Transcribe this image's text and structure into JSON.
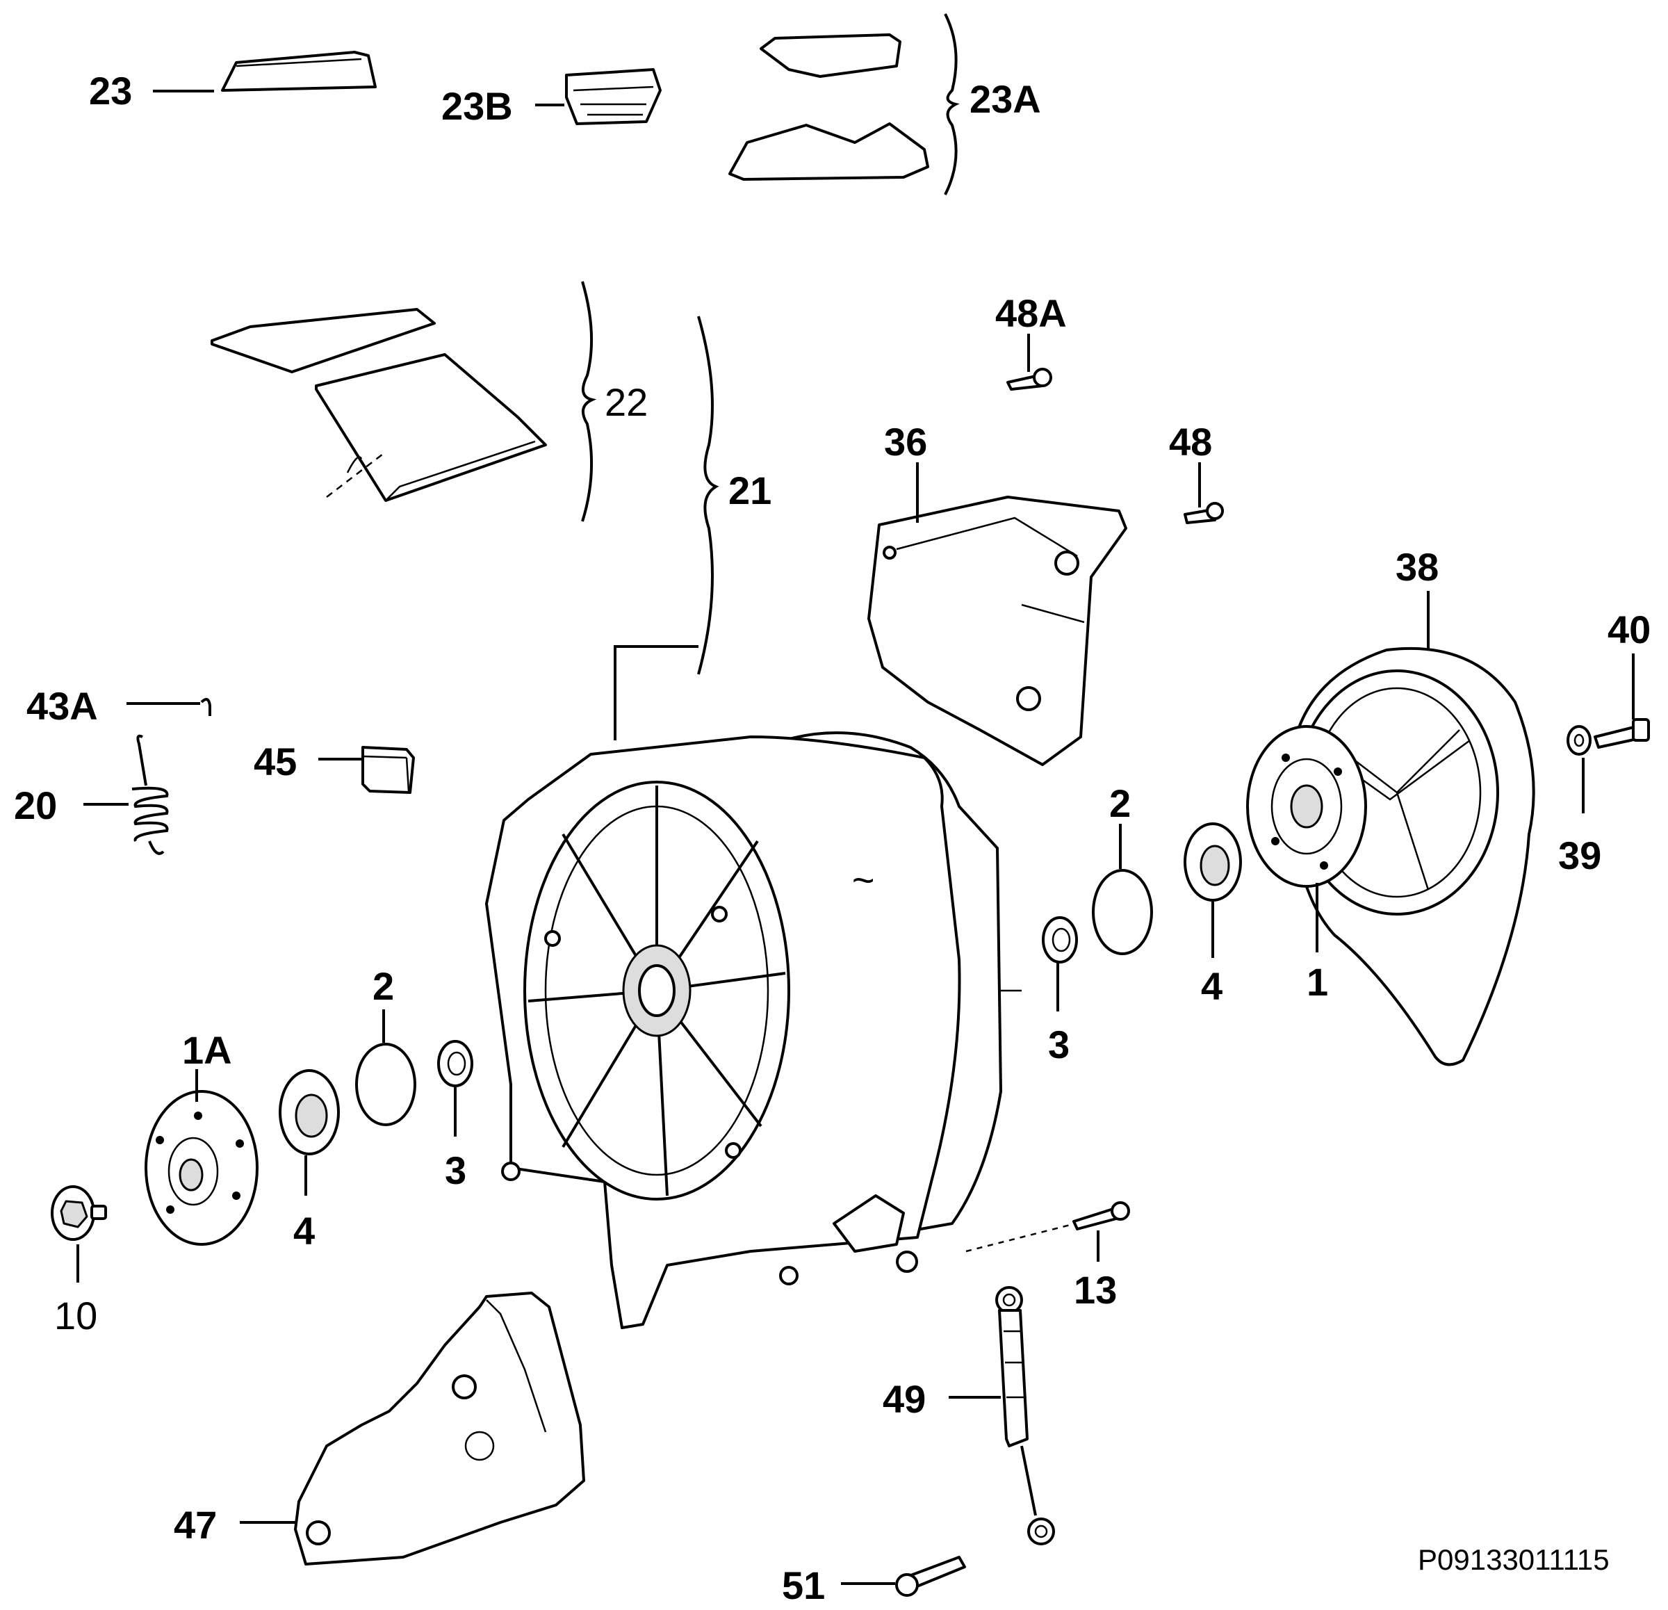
{
  "diagram_code": "P09133011115",
  "labels": {
    "l23": "23",
    "l23B": "23B",
    "l23A": "23A",
    "l22": "22",
    "l21": "21",
    "l48A": "48A",
    "l48": "48",
    "l36": "36",
    "l38": "38",
    "l40": "40",
    "l39": "39",
    "l43A": "43A",
    "l20": "20",
    "l45": "45",
    "l2a": "2",
    "l2b": "2",
    "l4a": "4",
    "l4b": "4",
    "l3a": "3",
    "l3b": "3",
    "l1": "1",
    "l1A": "1A",
    "l10": "10",
    "l13": "13",
    "l49": "49",
    "l47": "47",
    "l51": "51"
  }
}
